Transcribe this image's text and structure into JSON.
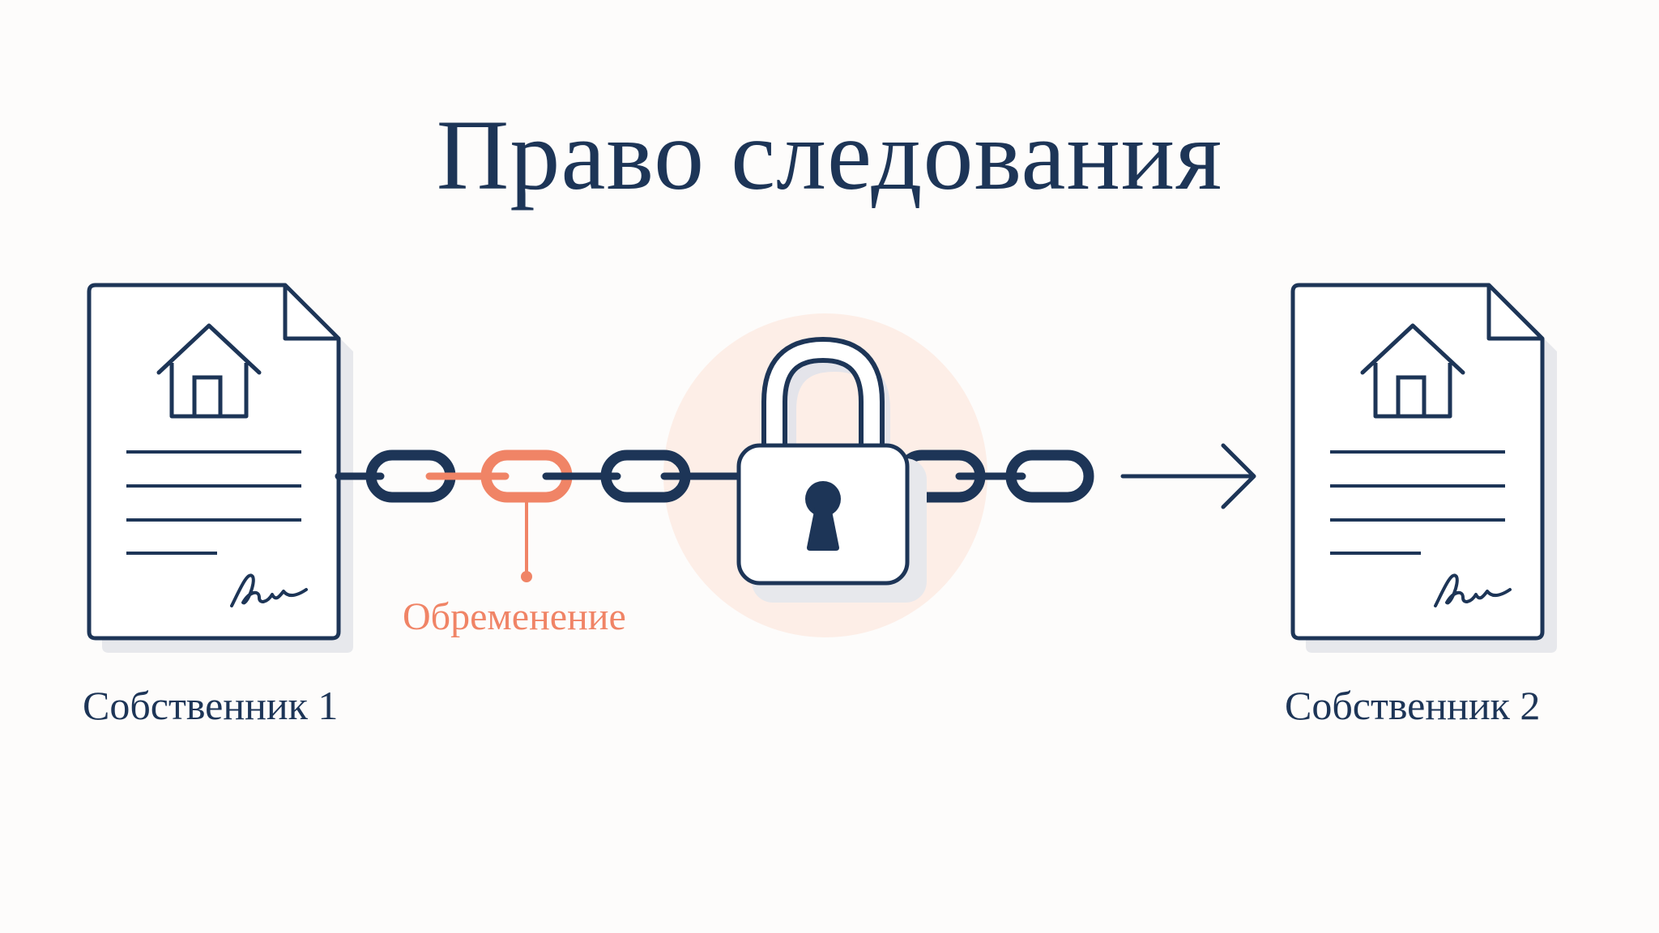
{
  "title": "Право следования",
  "owners": [
    {
      "label": "Собственник 1"
    },
    {
      "label": "Собственник 2"
    }
  ],
  "encumbrance": {
    "label": "Обременение"
  },
  "colors": {
    "navy": "#1d3557",
    "accent": "#f08466",
    "halo": "#fdeee7",
    "background": "#fdfcfb",
    "shadow": "#e7e8ec"
  },
  "icons": [
    "document-icon",
    "house-icon",
    "signature-icon",
    "chain-icon",
    "padlock-icon",
    "keyhole-icon",
    "arrow-right-icon"
  ]
}
